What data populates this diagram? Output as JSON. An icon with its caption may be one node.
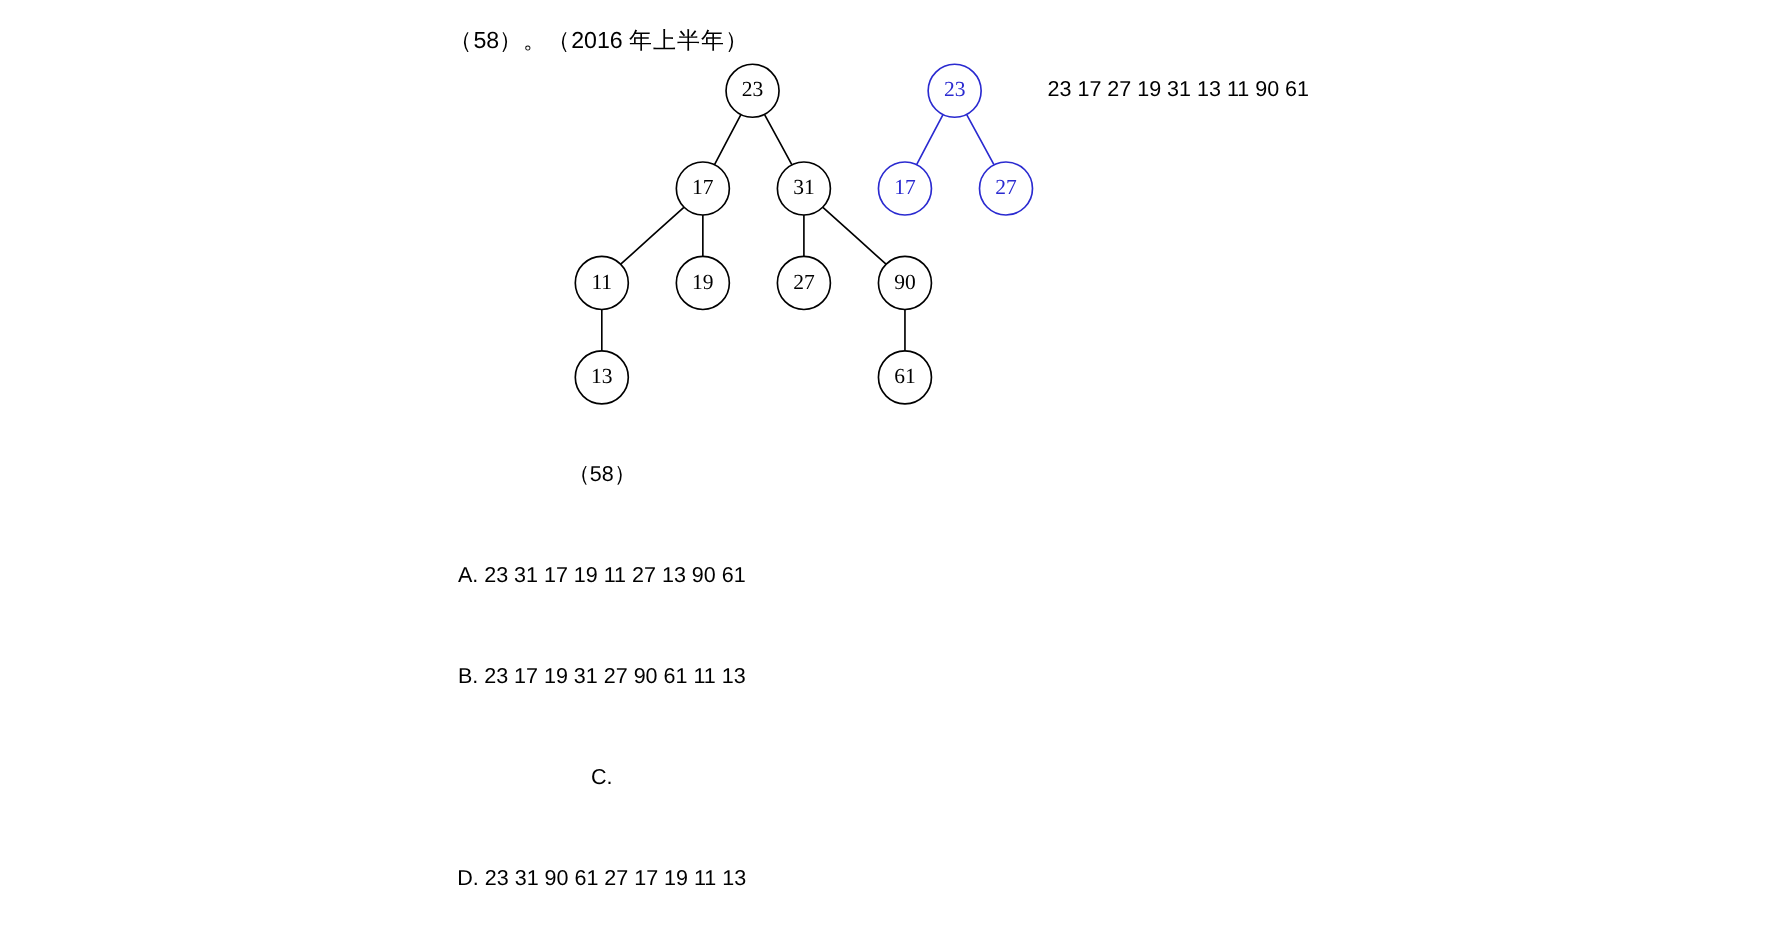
{
  "diagram": {
    "title": "（58）。（2016 年上半年）",
    "nodes": [
      {
        "text": [
          "23"
        ]
      },
      {
        "text": [
          "17"
        ]
      },
      {
        "text": [
          "31"
        ]
      },
      {
        "text": [
          "11"
        ]
      },
      {
        "text": [
          "19"
        ]
      },
      {
        "text": [
          "27"
        ]
      },
      {
        "text": [
          "90"
        ]
      },
      {
        "text": [
          "13"
        ]
      },
      {
        "text": [
          "61"
        ]
      },
      {
        "text": [
          "23"
        ]
      },
      {
        "text": [
          "17"
        ]
      },
      {
        "text": [
          "27"
        ]
      }
    ],
    "edges": [
      {
        "from": 0,
        "to": 1,
        "arrow": "none"
      },
      {
        "from": 0,
        "to": 2,
        "arrow": "none"
      },
      {
        "from": 1,
        "to": 3,
        "arrow": "none"
      },
      {
        "from": 1,
        "to": 4,
        "arrow": "none"
      },
      {
        "from": 2,
        "to": 5,
        "arrow": "none"
      },
      {
        "from": 2,
        "to": 6,
        "arrow": "none"
      },
      {
        "from": 3,
        "to": 7,
        "arrow": "none"
      },
      {
        "from": 6,
        "to": 8,
        "arrow": "none"
      },
      {
        "from": 9,
        "to": 10,
        "arrow": "none",
        "color": "#2a2ad0"
      },
      {
        "from": 9,
        "to": 11,
        "arrow": "none",
        "color": "#2a2ad0"
      }
    ],
    "labels": [
      "23 17 27 19 31 13 11 90 61",
      "（58）",
      "A. 23 31 17 19 11 27 13 90 61",
      "B. 23 17 19 31 27 90 61 11 13",
      "C.",
      "D. 23 31 90 61 27 17 19 11 13"
    ]
  }
}
